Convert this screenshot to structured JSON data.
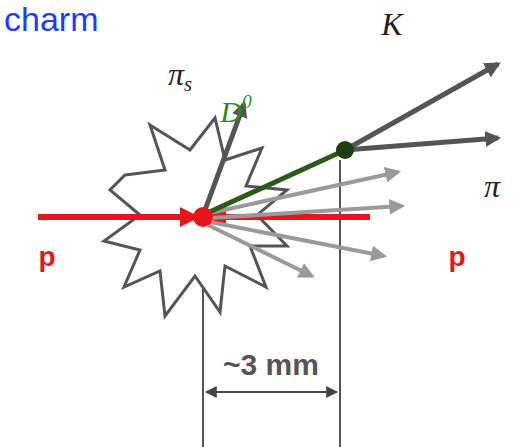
{
  "diagram": {
    "labels": [
      "charm",
      "K",
      "πs",
      "D0",
      "π",
      "p",
      "p",
      "~3 mm"
    ]
  }
}
